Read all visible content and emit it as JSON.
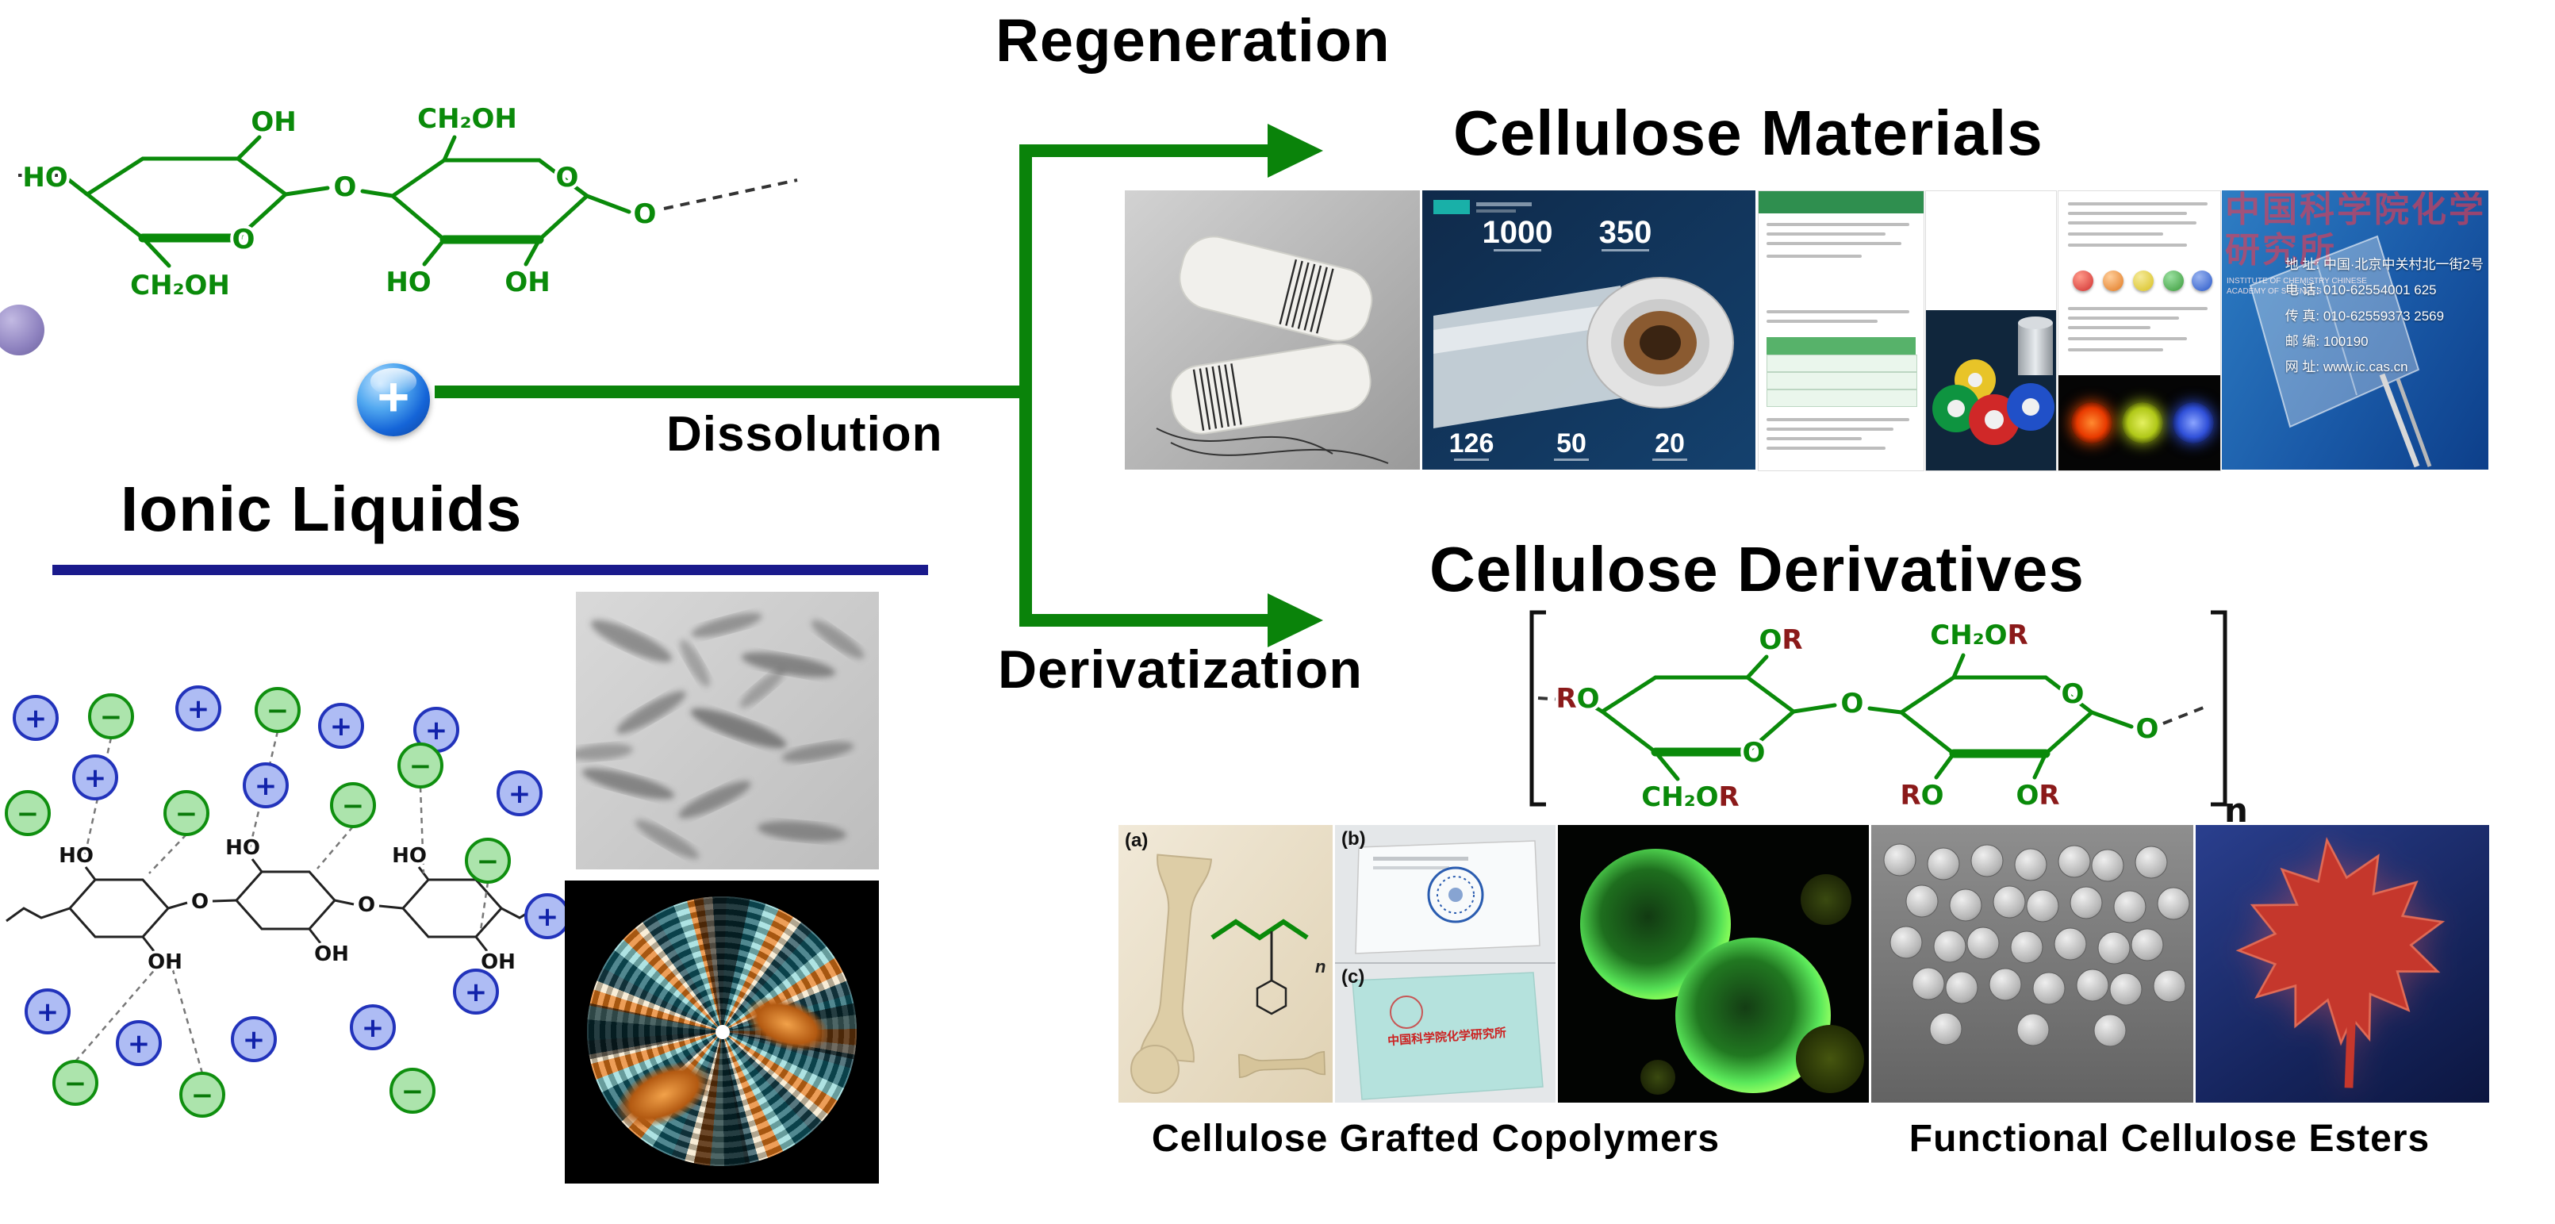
{
  "figure": {
    "headings": {
      "regeneration": "Regeneration",
      "cellulose_materials": "Cellulose Materials",
      "dissolution": "Dissolution",
      "derivatization": "Derivatization",
      "cellulose_derivatives": "Cellulose Derivatives",
      "ionic_liquids": "Ionic Liquids"
    },
    "captions": {
      "copolymers": "Cellulose Grafted Copolymers",
      "esters": "Functional Cellulose Esters"
    }
  },
  "icons": {
    "plus_icon": "+",
    "cation_sign": "+",
    "anion_sign": "−"
  },
  "colors": {
    "arrow_green": "#0a830a",
    "structure_green": "#0a8a0a",
    "r_group_red": "#8b1a1a",
    "underline_navy": "#1a1a8c",
    "cation_blue": "#2233bb",
    "anion_green": "#0f8f0f"
  },
  "cellulose_structure": {
    "ho_left": "HO",
    "oh_top": "OH",
    "ch2oh_top": "CH₂OH",
    "ring_o_right": "O",
    "glyco_o": "O",
    "ring_o_left": "O",
    "ch2oh_bottom": "CH₂OH",
    "ho_bottom": "HO",
    "oh_bottom": "OH",
    "o_right": "O"
  },
  "derivative_structure": {
    "ro_left": {
      "r": "R",
      "o": "O"
    },
    "or_top": {
      "o": "O",
      "r": "R"
    },
    "ch2or_top": {
      "pre": "CH₂O",
      "r": "R"
    },
    "ch2or_bottom": {
      "pre": "CH₂O",
      "r": "R"
    },
    "ro_bottom": {
      "r": "R",
      "o": "O"
    },
    "or_bottom": {
      "o": "O",
      "r": "R"
    },
    "ring_o_left": "O",
    "ring_o_right": "O",
    "glyco_o": "O",
    "o_right": "O",
    "subscript_n": "n"
  },
  "ion_diagram": {
    "ho": "HO",
    "oh": "OH",
    "o": "O"
  },
  "materials": {
    "film_ad": {
      "top1": "1000",
      "top2": "350",
      "bottom1": "126",
      "bottom2": "50",
      "bottom3": "20"
    },
    "cas": {
      "watermark": "中国科学院化学研究所",
      "institute_en": "INSTITUTE OF CHEMISTRY CHINESE ACADEMY OF SCIENCES",
      "lines": [
        "地 址: 中国·北京中关村北一街2号",
        "电 话: 010-62554001 625",
        "传 真: 010-62559373 2569",
        "邮 编: 100190",
        "网 址: www.ic.cas.cn"
      ]
    }
  },
  "copolymers": {
    "label_a": "(a)",
    "label_b": "(b)",
    "label_c": "(c)",
    "structure_n": "n",
    "stamp_text": "中国科学院化学研究所"
  }
}
